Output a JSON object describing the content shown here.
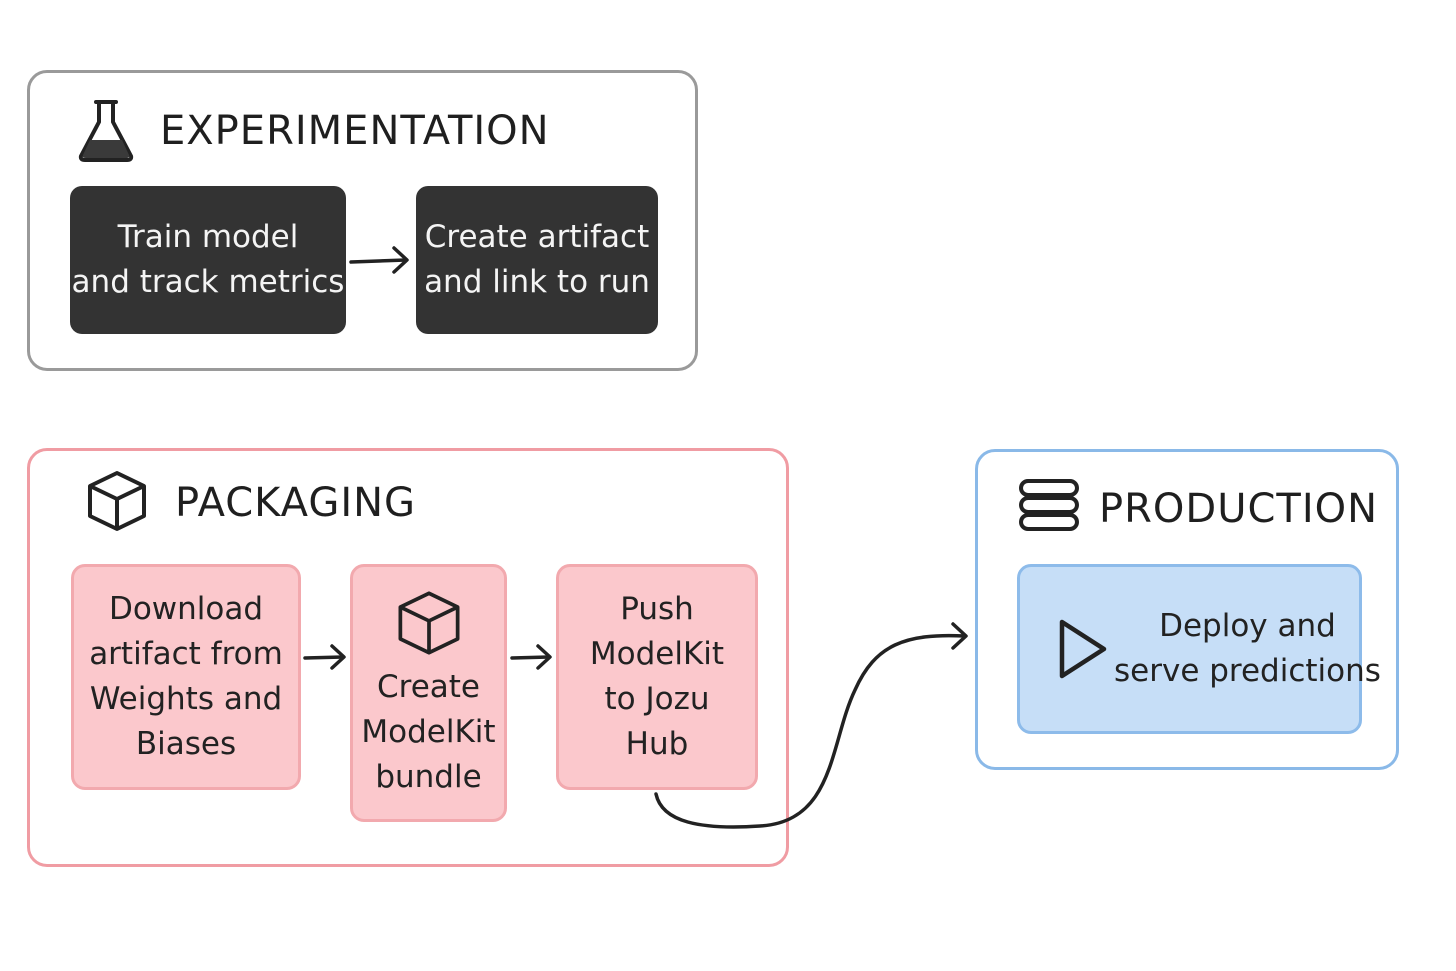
{
  "colors": {
    "experimentation_border": "#999999",
    "packaging_border": "#f09ca3",
    "production_border": "#8ab9e8",
    "dark_node": "#333333",
    "pink_node": "#fbc8cc",
    "blue_node": "#c6def7"
  },
  "experimentation": {
    "title": "EXPERIMENTATION",
    "icon": "flask-icon",
    "train": {
      "line1": "Train model",
      "line2": "and track metrics"
    },
    "artifact": {
      "line1": "Create artifact",
      "line2": "and link to run"
    }
  },
  "packaging": {
    "title": "PACKAGING",
    "icon": "cube-icon",
    "download": {
      "line1": "Download",
      "line2": "artifact from",
      "line3": "Weights and",
      "line4": "Biases"
    },
    "modelkit": {
      "icon": "cube-icon",
      "line1": "Create",
      "line2": "ModelKit",
      "line3": "bundle"
    },
    "push": {
      "line1": "Push",
      "line2": "ModelKit",
      "line3": "to Jozu",
      "line4": "Hub"
    }
  },
  "production": {
    "title": "PRODUCTION",
    "icon": "server-stack-icon",
    "deploy": {
      "icon": "play-icon",
      "line1": "Deploy and",
      "line2": "serve predictions"
    }
  }
}
